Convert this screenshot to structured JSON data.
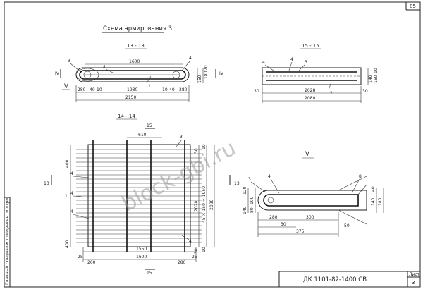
{
  "sheet": {
    "title": "Схема армирования 3",
    "page_number": "85",
    "code": "ДК 1101-82-1400 СВ",
    "sheet_label": "Лист",
    "sheet_no": "3",
    "stamp": "Главный специалист подвальн. и лтри.. ..."
  },
  "watermark": "block-gbi.ru",
  "view_13": {
    "title": "13 - 13",
    "label_v": "V",
    "pos": [
      "3",
      "4",
      "4",
      "1"
    ],
    "dim_top": "1600",
    "dim_mid": "1930",
    "dim_total": "2150",
    "dim_left": "280",
    "dim_left2": "40",
    "dim_left3": "10",
    "dim_right": "10",
    "dim_right2": "40",
    "dim_right3": "280",
    "dim_h": [
      "150",
      "180",
      "20"
    ],
    "mark_left": "IV",
    "mark_right": "IV"
  },
  "view_15": {
    "title": "15 - 15",
    "pos": [
      "4",
      "3",
      "4",
      "2"
    ],
    "dim_mid": "2028",
    "dim_total": "2080",
    "dim_left": "30",
    "dim_right": "30",
    "dim_h": [
      "140",
      "160",
      "10"
    ]
  },
  "view_14": {
    "title": "14 - 14",
    "marker_top": "15",
    "marker_bottom": "15",
    "marker_left": "13",
    "marker_right": "13",
    "dim_610": "610",
    "pos": [
      "3",
      "4",
      "4",
      "1",
      "4",
      "4"
    ],
    "dim_bottom_mid": "1550",
    "dim_bottom": "1600",
    "dim_b_left": "25",
    "dim_b_left2": "200",
    "dim_b_right": "280",
    "dim_b_right2": "25",
    "dim_v_top": "400",
    "dim_v_bot": "400",
    "dim_v_mid": "2028",
    "dim_v_series": "45 × 150 = 1950",
    "dim_v_total": "2080",
    "dim_v_small": [
      "30",
      "30",
      "10",
      "10"
    ]
  },
  "view_V": {
    "title": "V",
    "pos": [
      "3",
      "4",
      "8"
    ],
    "dim_l": [
      "120",
      "140",
      "100",
      "80"
    ],
    "dim_r": [
      "40",
      "140",
      "180"
    ],
    "dim_b": [
      "280",
      "300",
      "30",
      "375",
      "50"
    ]
  }
}
